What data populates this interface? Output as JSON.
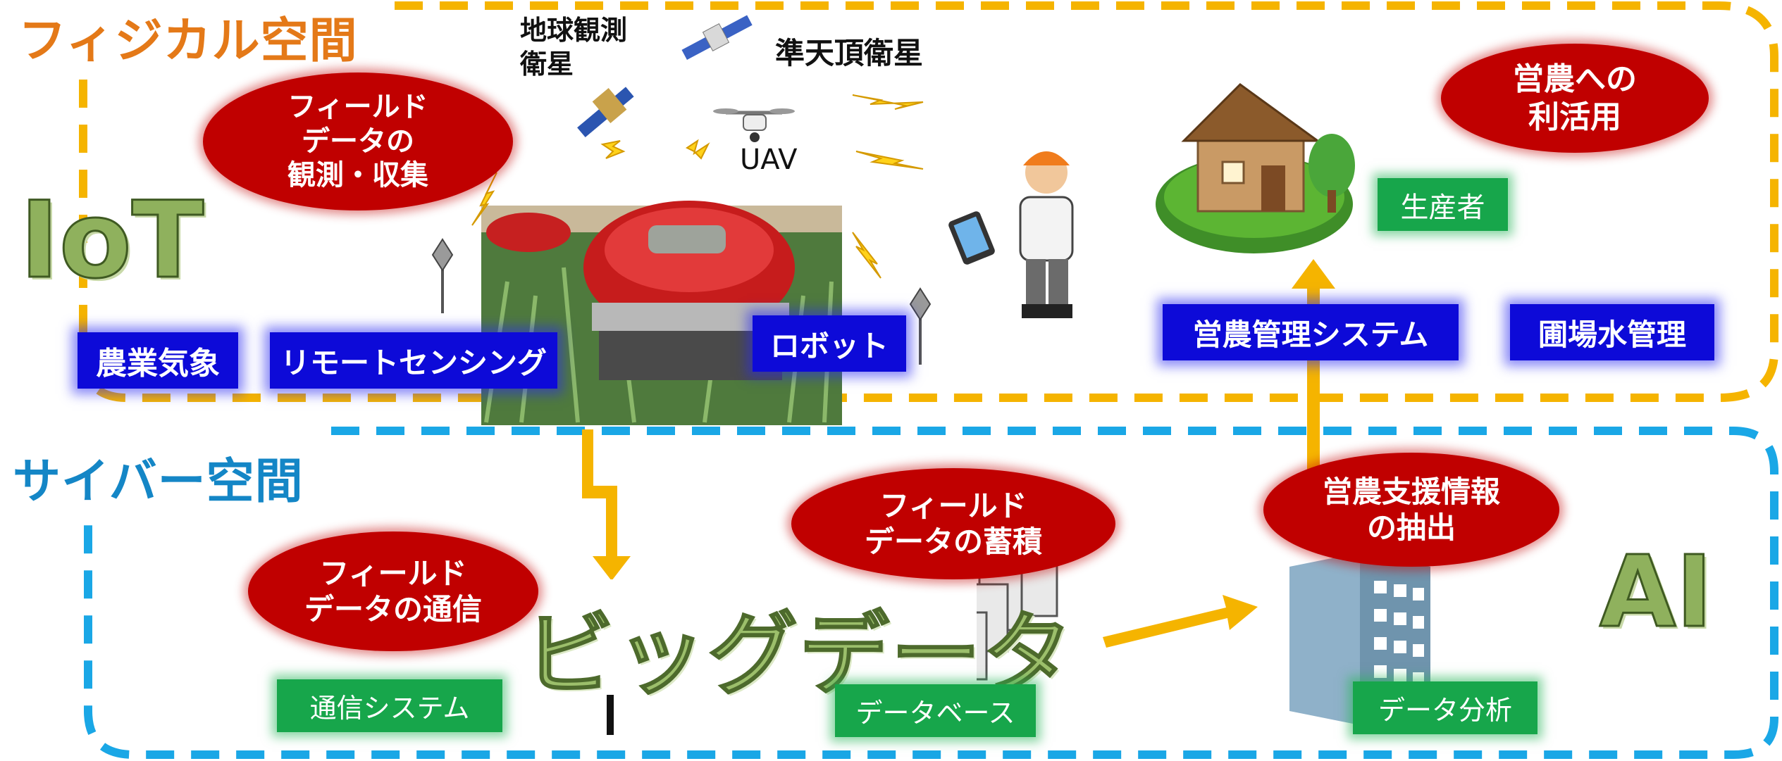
{
  "title_physical": "フィジカル空間",
  "title_cyber": "サイバー空間",
  "iot_label": "IoT",
  "ai_label": "AI",
  "bigdata_label": "ビッグデータ",
  "satellites": {
    "earth_observation": "地球観測\n衛星",
    "quasi_zenith": "準天頂衛星",
    "uav": "UAV"
  },
  "ovals": {
    "observe": "フィールド\nデータの\n観測・収集",
    "farm_use": "営農への\n利活用",
    "accumulate": "フィールド\nデータの蓄積",
    "extract": "営農支援情報\nの抽出",
    "communicate": "フィールド\nデータの通信"
  },
  "blue_boxes": {
    "weather": "農業気象",
    "remote_sensing": "リモートセンシング",
    "robot": "ロボット",
    "farm_mgmt": "営農管理システム",
    "water_mgmt": "圃場水管理"
  },
  "green_boxes": {
    "producer": "生産者",
    "comm_system": "通信システム",
    "database": "データベース",
    "analysis": "データ分析"
  },
  "colors": {
    "physical_border": "#f5b400",
    "cyber_border": "#1aa7e6",
    "oval_red": "#c00000",
    "box_blue": "#0d0ad8",
    "box_green": "#17a64b",
    "arrow_yellow": "#f5b400"
  }
}
